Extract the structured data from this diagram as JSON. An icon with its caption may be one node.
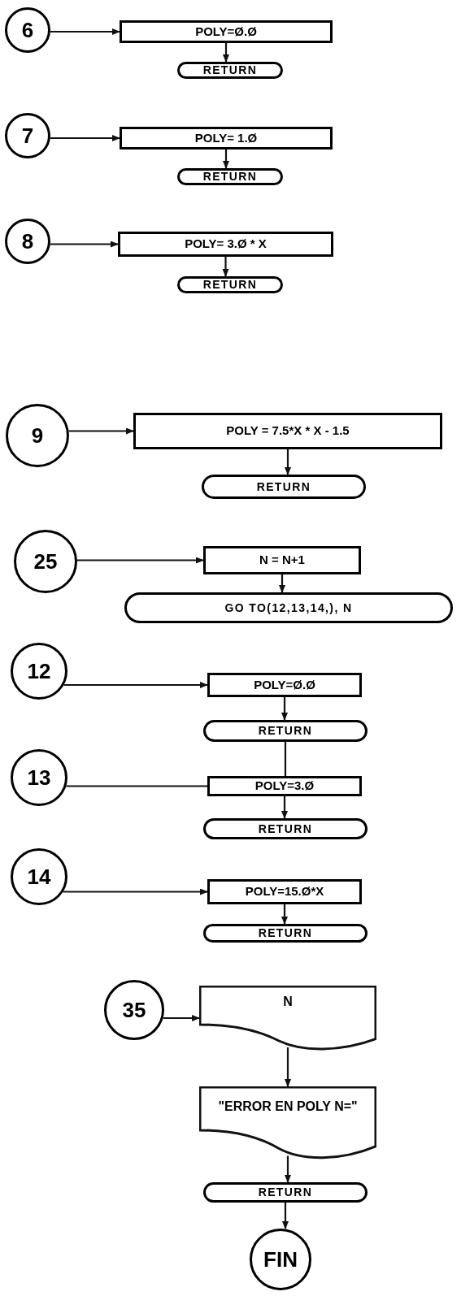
{
  "diagram": {
    "nodes": [
      {
        "text": [
          "6"
        ]
      },
      {
        "text": [
          "POLY=Ø.Ø"
        ]
      },
      {
        "text": [
          "RETURN"
        ]
      },
      {
        "text": [
          "7"
        ]
      },
      {
        "text": [
          "POLY= 1.Ø"
        ]
      },
      {
        "text": [
          "RETURN"
        ]
      },
      {
        "text": [
          "8"
        ]
      },
      {
        "text": [
          "POLY= 3.Ø * X"
        ]
      },
      {
        "text": [
          "RETURN"
        ]
      },
      {
        "text": [
          "9"
        ]
      },
      {
        "text": [
          "POLY = 7.5*X * X - 1.5"
        ]
      },
      {
        "text": [
          "RETURN"
        ]
      },
      {
        "text": [
          "25"
        ]
      },
      {
        "text": [
          "N = N+1"
        ]
      },
      {
        "text": [
          "GO TO(12,13,14,), N"
        ]
      },
      {
        "text": [
          "12"
        ]
      },
      {
        "text": [
          "POLY=Ø.Ø"
        ]
      },
      {
        "text": [
          "RETURN"
        ]
      },
      {
        "text": [
          "13"
        ]
      },
      {
        "text": [
          "POLY=3.Ø"
        ]
      },
      {
        "text": [
          "RETURN"
        ]
      },
      {
        "text": [
          "14"
        ]
      },
      {
        "text": [
          "POLY=15.Ø*X"
        ]
      },
      {
        "text": [
          "RETURN"
        ]
      },
      {
        "text": [
          "35"
        ]
      },
      {
        "text": [
          "N"
        ]
      },
      {
        "text": [
          "\"ERROR EN POLY N=\""
        ]
      },
      {
        "text": [
          "RETURN"
        ]
      },
      {
        "text": [
          "FIN"
        ]
      }
    ],
    "edges": [
      {
        "from": 0,
        "to": 1,
        "arrow": "to"
      },
      {
        "from": 1,
        "to": 2,
        "arrow": "to"
      },
      {
        "from": 3,
        "to": 4,
        "arrow": "to"
      },
      {
        "from": 4,
        "to": 5,
        "arrow": "to"
      },
      {
        "from": 6,
        "to": 7,
        "arrow": "to"
      },
      {
        "from": 7,
        "to": 8,
        "arrow": "to"
      },
      {
        "from": 9,
        "to": 10,
        "arrow": "to"
      },
      {
        "from": 10,
        "to": 11,
        "arrow": "to"
      },
      {
        "from": 12,
        "to": 13,
        "arrow": "to"
      },
      {
        "from": 13,
        "to": 14,
        "arrow": "to"
      },
      {
        "from": 15,
        "to": 16,
        "arrow": "to"
      },
      {
        "from": 16,
        "to": 17,
        "arrow": "to"
      },
      {
        "from": 17,
        "to": 19,
        "arrow": "none"
      },
      {
        "from": 18,
        "to": 19,
        "arrow": "none"
      },
      {
        "from": 19,
        "to": 20,
        "arrow": "to"
      },
      {
        "from": 21,
        "to": 22,
        "arrow": "to"
      },
      {
        "from": 22,
        "to": 23,
        "arrow": "to"
      },
      {
        "from": 24,
        "to": 25,
        "arrow": "to"
      },
      {
        "from": 25,
        "to": 26,
        "arrow": "to"
      },
      {
        "from": 26,
        "to": 27,
        "arrow": "to"
      },
      {
        "from": 27,
        "to": 28,
        "arrow": "to"
      }
    ]
  }
}
